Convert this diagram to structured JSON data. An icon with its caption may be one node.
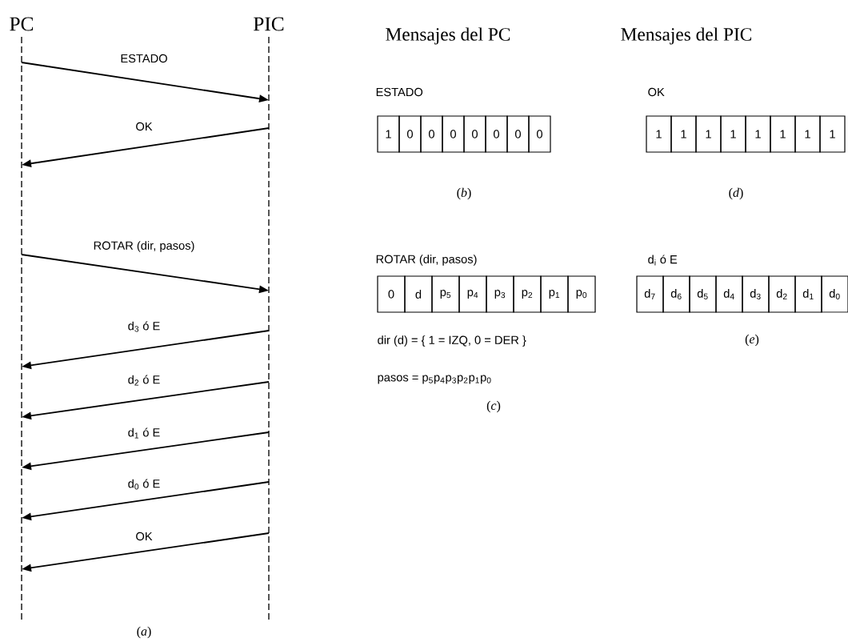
{
  "diagram": {
    "nodes": [
      {
        "text": [
          "PC"
        ]
      },
      {
        "text": [
          "PIC"
        ]
      }
    ],
    "edges": [
      {
        "from": 0,
        "to": 1,
        "arrow": "to",
        "label": "ESTADO"
      },
      {
        "from": 1,
        "to": 0,
        "arrow": "to",
        "label": "OK"
      },
      {
        "from": 0,
        "to": 1,
        "arrow": "to",
        "label": "ROTAR (dir, pasos)"
      },
      {
        "from": 1,
        "to": 0,
        "arrow": "to",
        "label": "d$_{3}$ ó E"
      },
      {
        "from": 1,
        "to": 0,
        "arrow": "to",
        "label": "d$_{2}$ ó E"
      },
      {
        "from": 1,
        "to": 0,
        "arrow": "to",
        "label": "d$_{1}$ ó E"
      },
      {
        "from": 1,
        "to": 0,
        "arrow": "to",
        "label": "d$_{0}$ ó E"
      },
      {
        "from": 1,
        "to": 0,
        "arrow": "to",
        "label": "OK"
      }
    ],
    "labels": [
      "Mensajes del PC",
      "Mensajes del PIC",
      "ESTADO",
      "OK",
      "1",
      "0",
      "0",
      "0",
      "0",
      "0",
      "0",
      "0",
      "1",
      "1",
      "1",
      "1",
      "1",
      "1",
      "1",
      "1",
      "(*b*)",
      "(*d*)",
      "ROTAR (dir, pasos)",
      "d$_{i}$ ó E",
      "0",
      "d",
      "p$_{5}$",
      "p$_{4}$",
      "p$_{3}$",
      "p$_{2}$",
      "p$_{1}$",
      "p$_{0}$",
      "d$_{7}$",
      "d$_{6}$",
      "d$_{5}$",
      "d$_{4}$",
      "d$_{3}$",
      "d$_{2}$",
      "d$_{1}$",
      "d$_{0}$",
      "dir (d) = { 1 = IZQ, 0 = DER }",
      "(*e*)",
      "pasos = p$_{5}$p$_{4}$p$_{3}$p$_{2}$p$_{1}$p$_{0}$",
      "(*c*)",
      "(*a*)"
    ]
  }
}
